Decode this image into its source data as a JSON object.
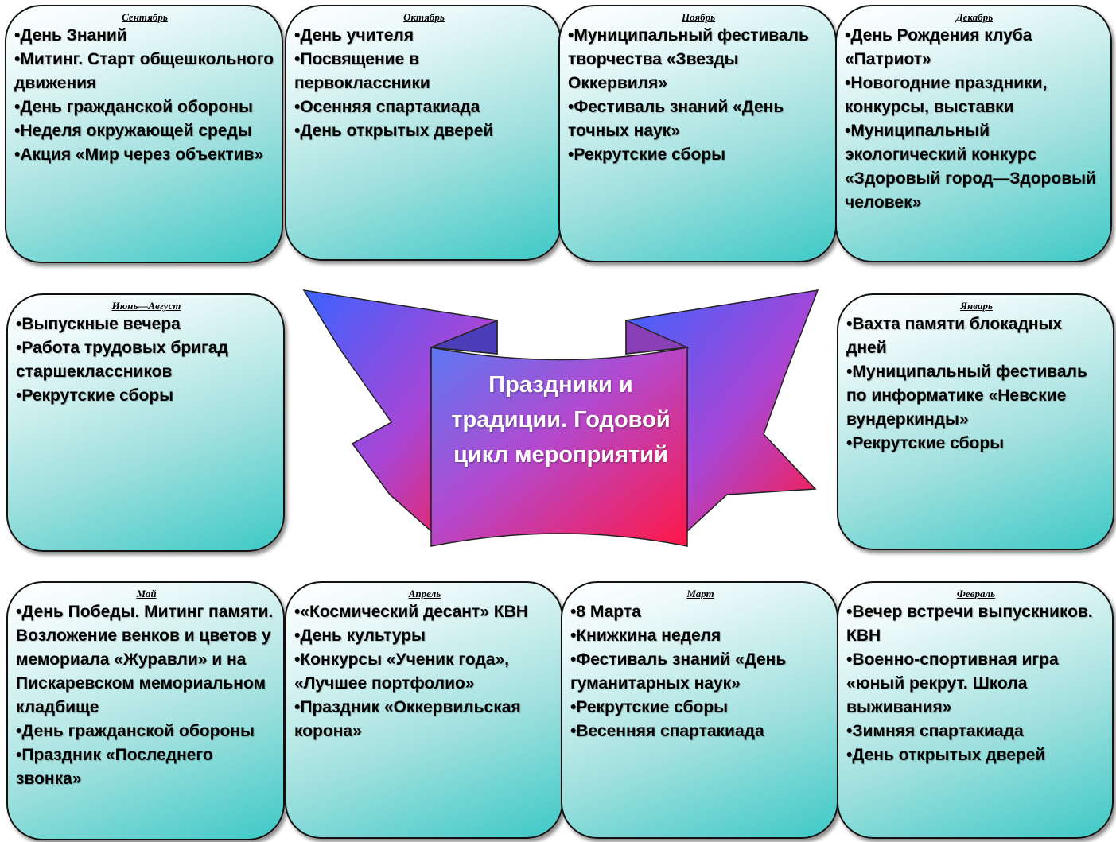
{
  "title": "Праздники и традиции. Годовой цикл мероприятий",
  "cards": {
    "sep": {
      "month": "Сентябрь",
      "items": [
        "•День Знаний",
        "•Митинг. Старт общешкольного движения",
        "•День гражданской обороны",
        "•Неделя окружающей среды",
        "•Акция «Мир через объектив»"
      ]
    },
    "oct": {
      "month": "Октябрь",
      "items": [
        "•День учителя",
        "•Посвящение в первоклассники",
        "•Осенняя спартакиада",
        "•День открытых дверей"
      ]
    },
    "nov": {
      "month": "Ноябрь",
      "items": [
        "•Муниципальный фестиваль творчества «Звезды Оккервиля»",
        "•Фестиваль знаний «День точных наук»",
        "•Рекрутские сборы"
      ]
    },
    "dec": {
      "month": "Декабрь",
      "items": [
        "•День Рождения клуба «Патриот»",
        "•Новогодние праздники, конкурсы, выставки",
        "•Муниципальный экологический конкурс «Здоровый город—Здоровый человек»"
      ]
    },
    "sum": {
      "month": "Июнь—Август",
      "items": [
        "•Выпускные вечера",
        "•Работа трудовых бригад старшеклассников",
        "•Рекрутские сборы"
      ]
    },
    "jan": {
      "month": "Январь",
      "items": [
        "•Вахта памяти блокадных дней",
        "•Муниципальный фестиваль по информатике «Невские вундеркинды»",
        "•Рекрутские сборы"
      ]
    },
    "may": {
      "month": "Май",
      "items": [
        "•День Победы. Митинг памяти. Возложение венков и цветов у мемориала «Журавли» и на Пискаревском мемориальном кладбище",
        "•День гражданской обороны",
        "•Праздник «Последнего звонка»"
      ]
    },
    "apr": {
      "month": "Апрель",
      "items": [
        "•«Космический десант» КВН",
        "•День культуры",
        "•Конкурсы «Ученик года», «Лучшее портфолио»",
        "•Праздник «Оккервильская корона»"
      ]
    },
    "mar": {
      "month": "Март",
      "items": [
        "•8 Марта",
        "•Книжкина неделя",
        "•Фестиваль знаний «День гуманитарных наук»",
        "•Рекрутские сборы",
        "•Весенняя спартакиада"
      ]
    },
    "feb": {
      "month": "Февраль",
      "items": [
        "•Вечер встречи выпускников. КВН",
        "•Военно-спортивная игра «юный рекрут. Школа выживания»",
        "•Зимняя спартакиада",
        "•День открытых дверей"
      ]
    }
  }
}
